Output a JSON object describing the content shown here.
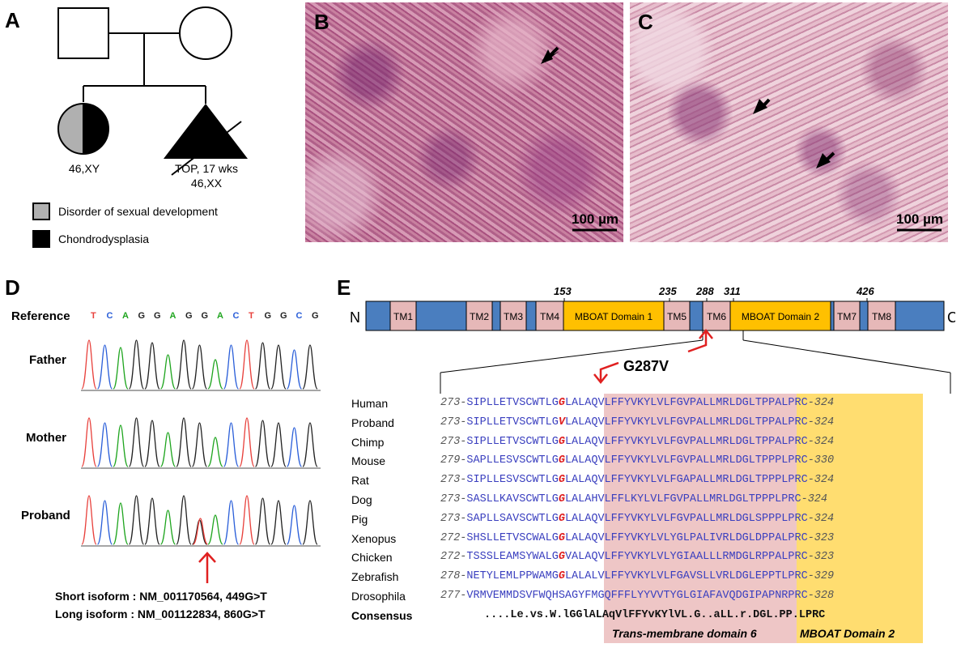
{
  "panels": {
    "a": "A",
    "b": "B",
    "c": "C",
    "d": "D",
    "e": "E"
  },
  "pedigree": {
    "proband_karyotype": "46,XY",
    "sibling_note": "TOP, 17 wks",
    "sibling_karyotype": "46,XX",
    "legend": [
      {
        "label": "Disorder of sexual development",
        "color": "#b0b0b0"
      },
      {
        "label": "Chondrodysplasia",
        "color": "#000000"
      }
    ]
  },
  "histology": {
    "b_scale": "100 µm",
    "c_scale": "100 µm"
  },
  "chromatogram": {
    "reference_label": "Reference",
    "reference_seq": [
      "T",
      "C",
      "A",
      "G",
      "G",
      "A",
      "G",
      "G",
      "A",
      "C",
      "T",
      "G",
      "G",
      "C",
      "G"
    ],
    "base_colors": {
      "T": "#e8413c",
      "C": "#2b5fd9",
      "A": "#1fa51f",
      "G": "#222222"
    },
    "rows": [
      "Father",
      "Mother",
      "Proband"
    ],
    "isoforms": [
      "Short isoform : NM_001170564, 449G>T",
      "Long isoform : NM_001122834, 860G>T"
    ]
  },
  "protein": {
    "n_label": "N",
    "c_label": "C",
    "positions": [
      "153",
      "235",
      "288",
      "311",
      "426"
    ],
    "segments": [
      {
        "label": "TM1"
      },
      {
        "label": "TM2"
      },
      {
        "label": "TM3"
      },
      {
        "label": "TM4"
      },
      {
        "label": "MBOAT Domain 1"
      },
      {
        "label": "TM5"
      },
      {
        "label": "TM6"
      },
      {
        "label": "MBOAT Domain 2"
      },
      {
        "label": "TM7"
      },
      {
        "label": "TM8"
      }
    ],
    "mutation": "G287V",
    "colors": {
      "backbone": "#4a7ebf",
      "tm": "#e6b8b8",
      "mboat": "#ffc000"
    }
  },
  "alignment": {
    "species": [
      "Human",
      "Proband",
      "Chimp",
      "Mouse",
      "Rat",
      "Dog",
      "Pig",
      "Xenopus",
      "Chicken",
      "Zebrafish",
      "Drosophila",
      "Consensus"
    ],
    "rows": [
      {
        "start": "273-",
        "pre": "SIPLLETVSCWTLG",
        "mut": "G",
        "tm": "LALAQVLFFYVKYLVLFGVPALL",
        "mb": "MRLDGLTPPALPRC",
        "end": "-324"
      },
      {
        "start": "273-",
        "pre": "SIPLLETVSCWTLG",
        "mut": "V",
        "tm": "LALAQVLFFYVKYLVLFGVPALL",
        "mb": "MRLDGLTPPALPRC",
        "end": "-324"
      },
      {
        "start": "273-",
        "pre": "SIPLLETVSCWTLG",
        "mut": "G",
        "tm": "LALAQVLFFYVKYLVLFGVPALL",
        "mb": "MRLDGLTPPALPRC",
        "end": "-324"
      },
      {
        "start": "279-",
        "pre": "SAPLLESVSCWTLG",
        "mut": "G",
        "tm": "LALAQVLFFYVKYLVLFGVPALL",
        "mb": "MRLDGLTPPPLPRC",
        "end": "-330"
      },
      {
        "start": "273-",
        "pre": "SIPLLESVSCWTLG",
        "mut": "G",
        "tm": "LALAQVLFFYVKYLVLFGAPALL",
        "mb": "MRLDGLTPPPLPRC",
        "end": "-324"
      },
      {
        "start": "273-",
        "pre": "SASLLKAVSCWTLG",
        "mut": "G",
        "tm": "LALAHVLFFLKYLVLFGVPALL",
        "mb": "MRLDGLTPPPLPRC",
        "end": "-324"
      },
      {
        "start": "273-",
        "pre": "SAPLLSAVSCWTLG",
        "mut": "G",
        "tm": "LALAQVLFFYVKYLVLFGVPALL",
        "mb": "MRLDGLSPPPLPRC",
        "end": "-324"
      },
      {
        "start": "272-",
        "pre": "SHSLLETVSCWALG",
        "mut": "G",
        "tm": "LALAQVLFFYVKYLVLYGLPALI",
        "mb": "VRLDGLDPPALPRC",
        "end": "-323"
      },
      {
        "start": "272-",
        "pre": "TSSSLEAMSYWALG",
        "mut": "G",
        "tm": "VALAQVLFFYVKYLVLYGIAALL",
        "mb": "LRMDGLRPPALPRC",
        "end": "-323"
      },
      {
        "start": "278-",
        "pre": "NETYLEMLPPWAMG",
        "mut": "G",
        "tm": "LALALVLFFYVKYLVLFGAVSLL",
        "mb": "VRLDGLEPPTLPRC",
        "end": "-329"
      },
      {
        "start": "277-",
        "pre": "VRMVEMMDSVFWQHSAG",
        "mut": "",
        "tm": "YFMGQFFFLYYVVTYGLGIAF",
        "mb": "AVQDGIPAPNRPRC",
        "end": "-328"
      }
    ],
    "consensus": "....Le.vs.W.lGGlALAqVlFFYvKYlVL.G..aLL.r.DGL.PP.LPRC",
    "domain_labels": [
      "Trans-membrane domain 6",
      "MBOAT Domain 2"
    ]
  }
}
